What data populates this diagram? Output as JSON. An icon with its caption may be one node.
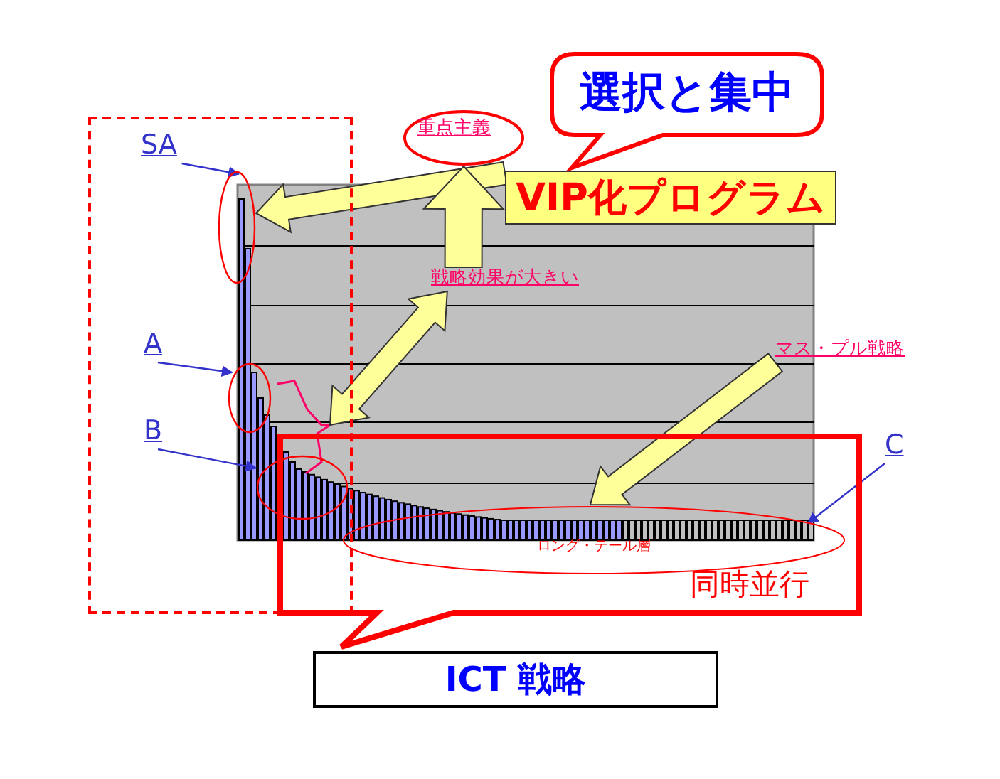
{
  "diagram": {
    "nodes": [
      {
        "text": [
          "選択と集中"
        ]
      },
      {
        "text": [
          "重点主義"
        ]
      },
      {
        "text": [
          "VIP化プログラム"
        ]
      },
      {
        "text": [],
        "shape": "box"
      },
      {
        "text": [
          "SA"
        ],
        "in": 3
      },
      {
        "text": [],
        "shape": "circle",
        "in": 3
      },
      {
        "text": [
          "戦略効果が大きい"
        ]
      },
      {
        "text": [
          "A"
        ],
        "in": 3
      },
      {
        "text": [],
        "shape": "circle",
        "in": 3
      },
      {
        "text": [
          "マス・プル戦略"
        ]
      },
      {
        "text": [
          "B"
        ],
        "in": 3
      },
      {
        "text": [],
        "shape": "circle",
        "in": 3
      },
      {
        "text": [
          "C"
        ]
      },
      {
        "text": [
          "同時並行"
        ]
      },
      {
        "text": [
          "ロング・テール層"
        ],
        "in": 13
      },
      {
        "text": [
          "ICT 戦略"
        ]
      }
    ],
    "edges": [
      {
        "from": 4,
        "to": 5,
        "arrow": "to"
      },
      {
        "from": 7,
        "to": 8,
        "arrow": "to"
      },
      {
        "from": 10,
        "to": 11,
        "arrow": "to"
      },
      {
        "from": 12,
        "to": 14,
        "arrow": "to"
      },
      {
        "from": 2,
        "to": 5,
        "arrow": "to",
        "style": "thick",
        "color": "#ffff99"
      },
      {
        "from": 6,
        "to": 1,
        "arrow": "to",
        "style": "thick",
        "color": "#ffff99"
      },
      {
        "from": 6,
        "to": null,
        "arrow": "both",
        "style": "thick",
        "color": "#ffff99"
      },
      {
        "from": 9,
        "to": 14,
        "arrow": "to",
        "style": "thick",
        "color": "#ffff99"
      }
    ]
  }
}
